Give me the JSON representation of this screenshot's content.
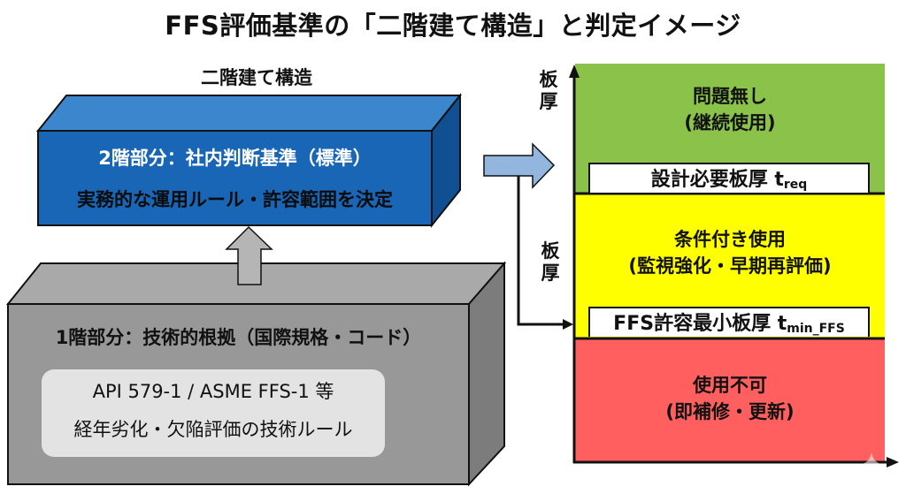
{
  "title": "FFS評価基準の「二階建て構造」と判定イメージ",
  "structure": {
    "label": "二階建て構造",
    "upper_floor": {
      "line1": "2階部分：社内判断基準（標準）",
      "line2": "実務的な運用ルール・許容範囲を決定",
      "color": "#1565b8"
    },
    "lower_floor": {
      "line1": "1階部分：技術的根拠（国際規格・コード）",
      "inner_line1": "API 579-1 / ASME FFS-1 等",
      "inner_line2": "経年劣化・欠陥評価の技術ルール",
      "color": "#9a9a9a"
    }
  },
  "judgment_chart": {
    "y_axis_label_top": "板厚",
    "y_axis_label_connector": "板厚",
    "zones": [
      {
        "id": "green",
        "line1": "問題無し",
        "line2": "(継続使用)",
        "color": "#8bc34a"
      },
      {
        "id": "yellow",
        "line1": "条件付き使用",
        "line2": "(監視強化・早期再評価)",
        "color": "#ffff00"
      },
      {
        "id": "red",
        "line1": "使用不可",
        "line2": "(即補修・更新)",
        "color": "#ff5f5f"
      }
    ],
    "thresholds": {
      "req": {
        "label": "設計必要板厚 t",
        "subscript": "req"
      },
      "min": {
        "label": "FFS許容最小板厚 t",
        "subscript": "min_FFS"
      }
    }
  }
}
